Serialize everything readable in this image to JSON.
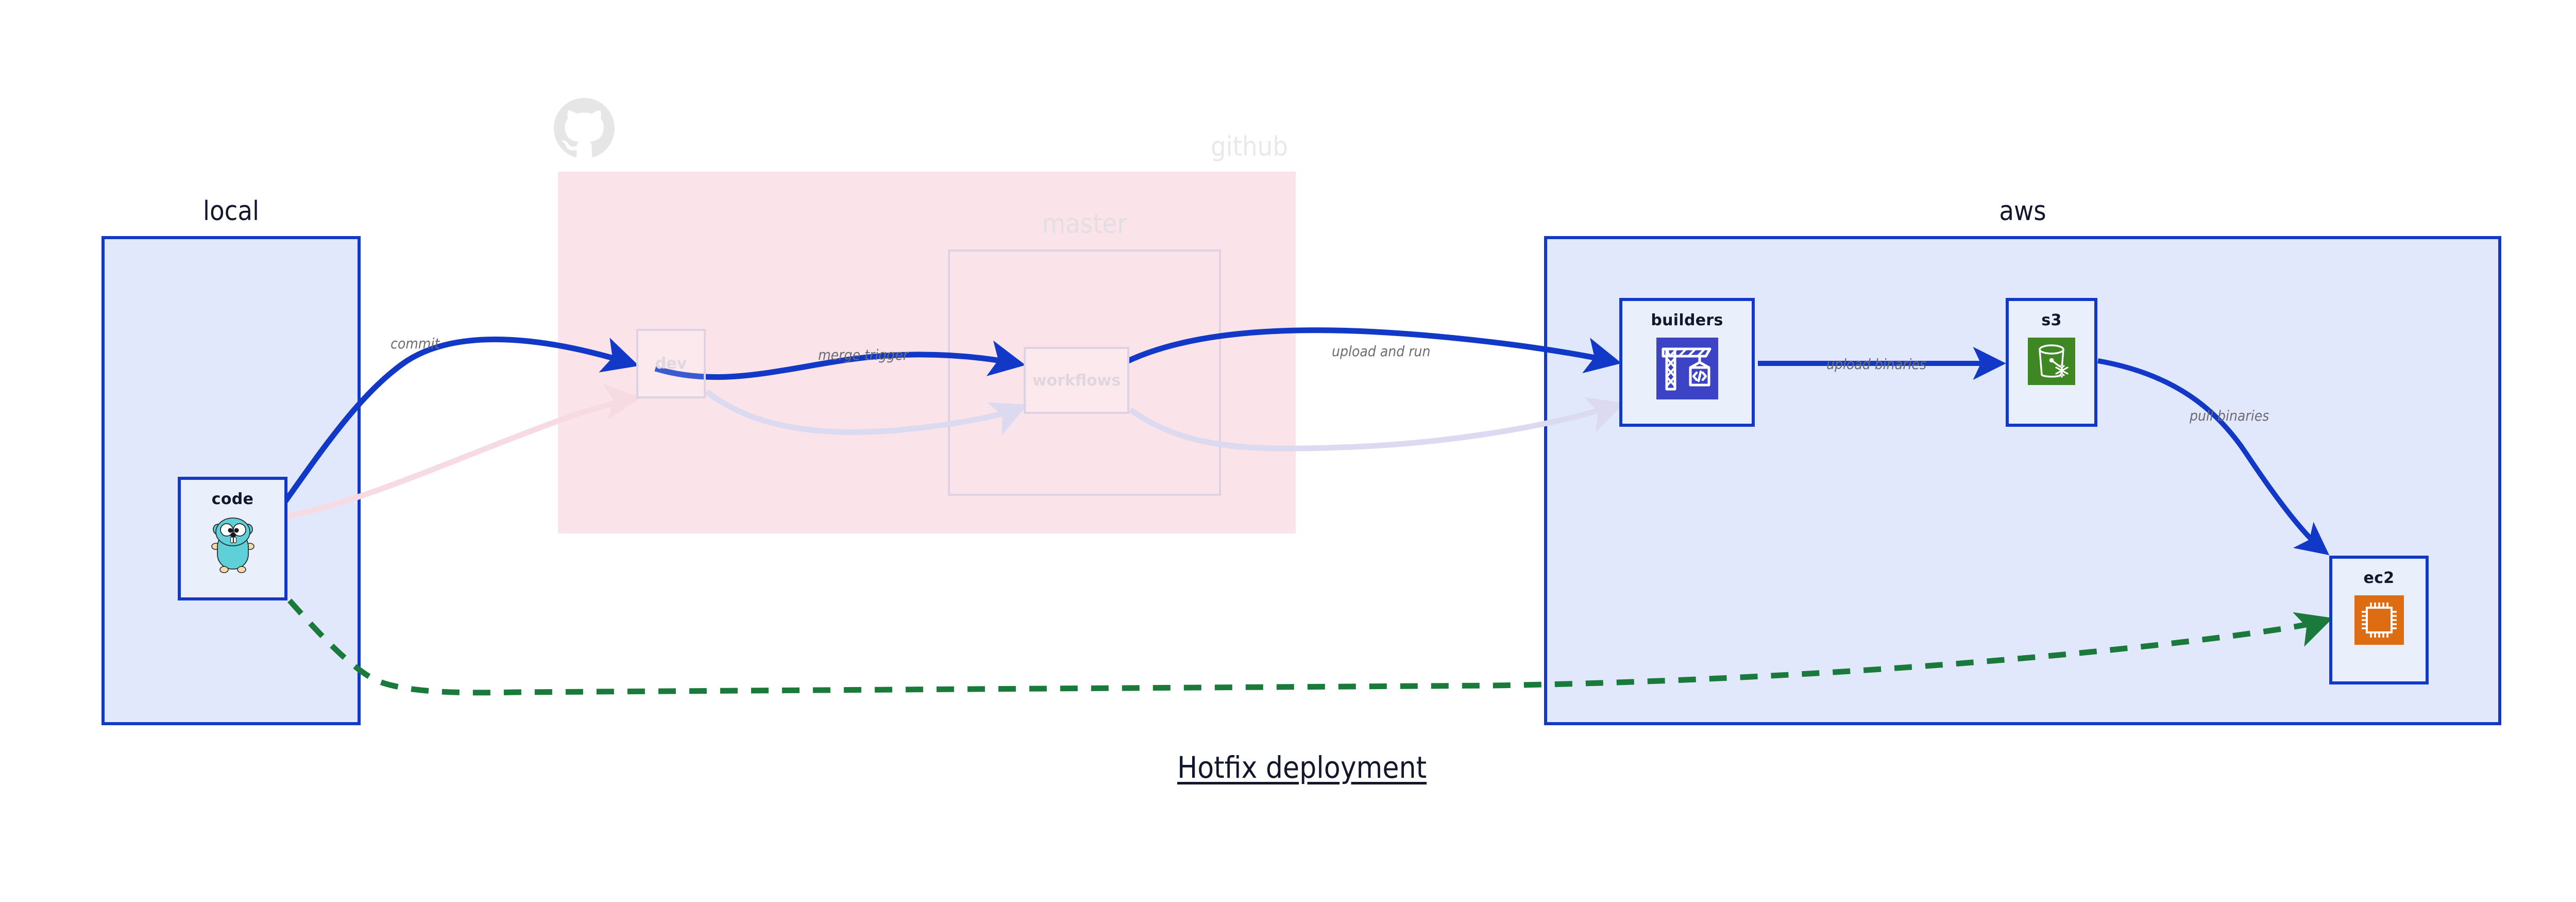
{
  "diagram": {
    "title": "Hotfix deployment",
    "colors": {
      "accent_blue": "#1138c6",
      "group_blue_fill": "#e2e8fb",
      "github_pink_fill": "#fae4ea",
      "node_fill": "#eaeffc",
      "label_gray": "#6b6b74",
      "dashed_green": "#1a7a3c",
      "faded_purple": "#ddd2e2",
      "aws_builders_icon": "#3c43c4",
      "aws_s3_icon": "#3f8624",
      "aws_ec2_icon": "#dd6c12",
      "go_gopher_cyan": "#5fcfd8"
    }
  },
  "groups": [
    {
      "id": "local",
      "label": "local"
    },
    {
      "id": "github",
      "label": "github"
    },
    {
      "id": "master",
      "label": "master"
    },
    {
      "id": "aws",
      "label": "aws"
    }
  ],
  "nodes": [
    {
      "id": "code",
      "label": "code",
      "icon": "go-gopher-icon",
      "group": "local"
    },
    {
      "id": "dev",
      "label": "dev",
      "icon": null,
      "group": "github"
    },
    {
      "id": "workflows",
      "label": "workflows",
      "icon": null,
      "group": "master"
    },
    {
      "id": "builders",
      "label": "builders",
      "icon": "aws-crane-code-icon",
      "group": "aws"
    },
    {
      "id": "s3",
      "label": "s3",
      "icon": "aws-s3-glacier-icon",
      "group": "aws"
    },
    {
      "id": "ec2",
      "label": "ec2",
      "icon": "aws-ec2-chip-icon",
      "group": "aws"
    }
  ],
  "edges": [
    {
      "id": "commit",
      "from": "code",
      "to": "dev",
      "label": "commit",
      "style": "solid-blue"
    },
    {
      "id": "merge-trigger",
      "from": "dev",
      "to": "workflows",
      "label": "merge trigger",
      "style": "solid-blue"
    },
    {
      "id": "upload-run",
      "from": "workflows",
      "to": "builders",
      "label": "upload and run",
      "style": "solid-blue"
    },
    {
      "id": "upload-bin",
      "from": "builders",
      "to": "s3",
      "label": "upload binaries",
      "style": "solid-blue"
    },
    {
      "id": "pull-bin",
      "from": "s3",
      "to": "ec2",
      "label": "pull binaries",
      "style": "solid-blue"
    },
    {
      "id": "hotfix-direct",
      "from": "code",
      "to": "ec2",
      "label": "",
      "style": "dashed-green"
    }
  ]
}
